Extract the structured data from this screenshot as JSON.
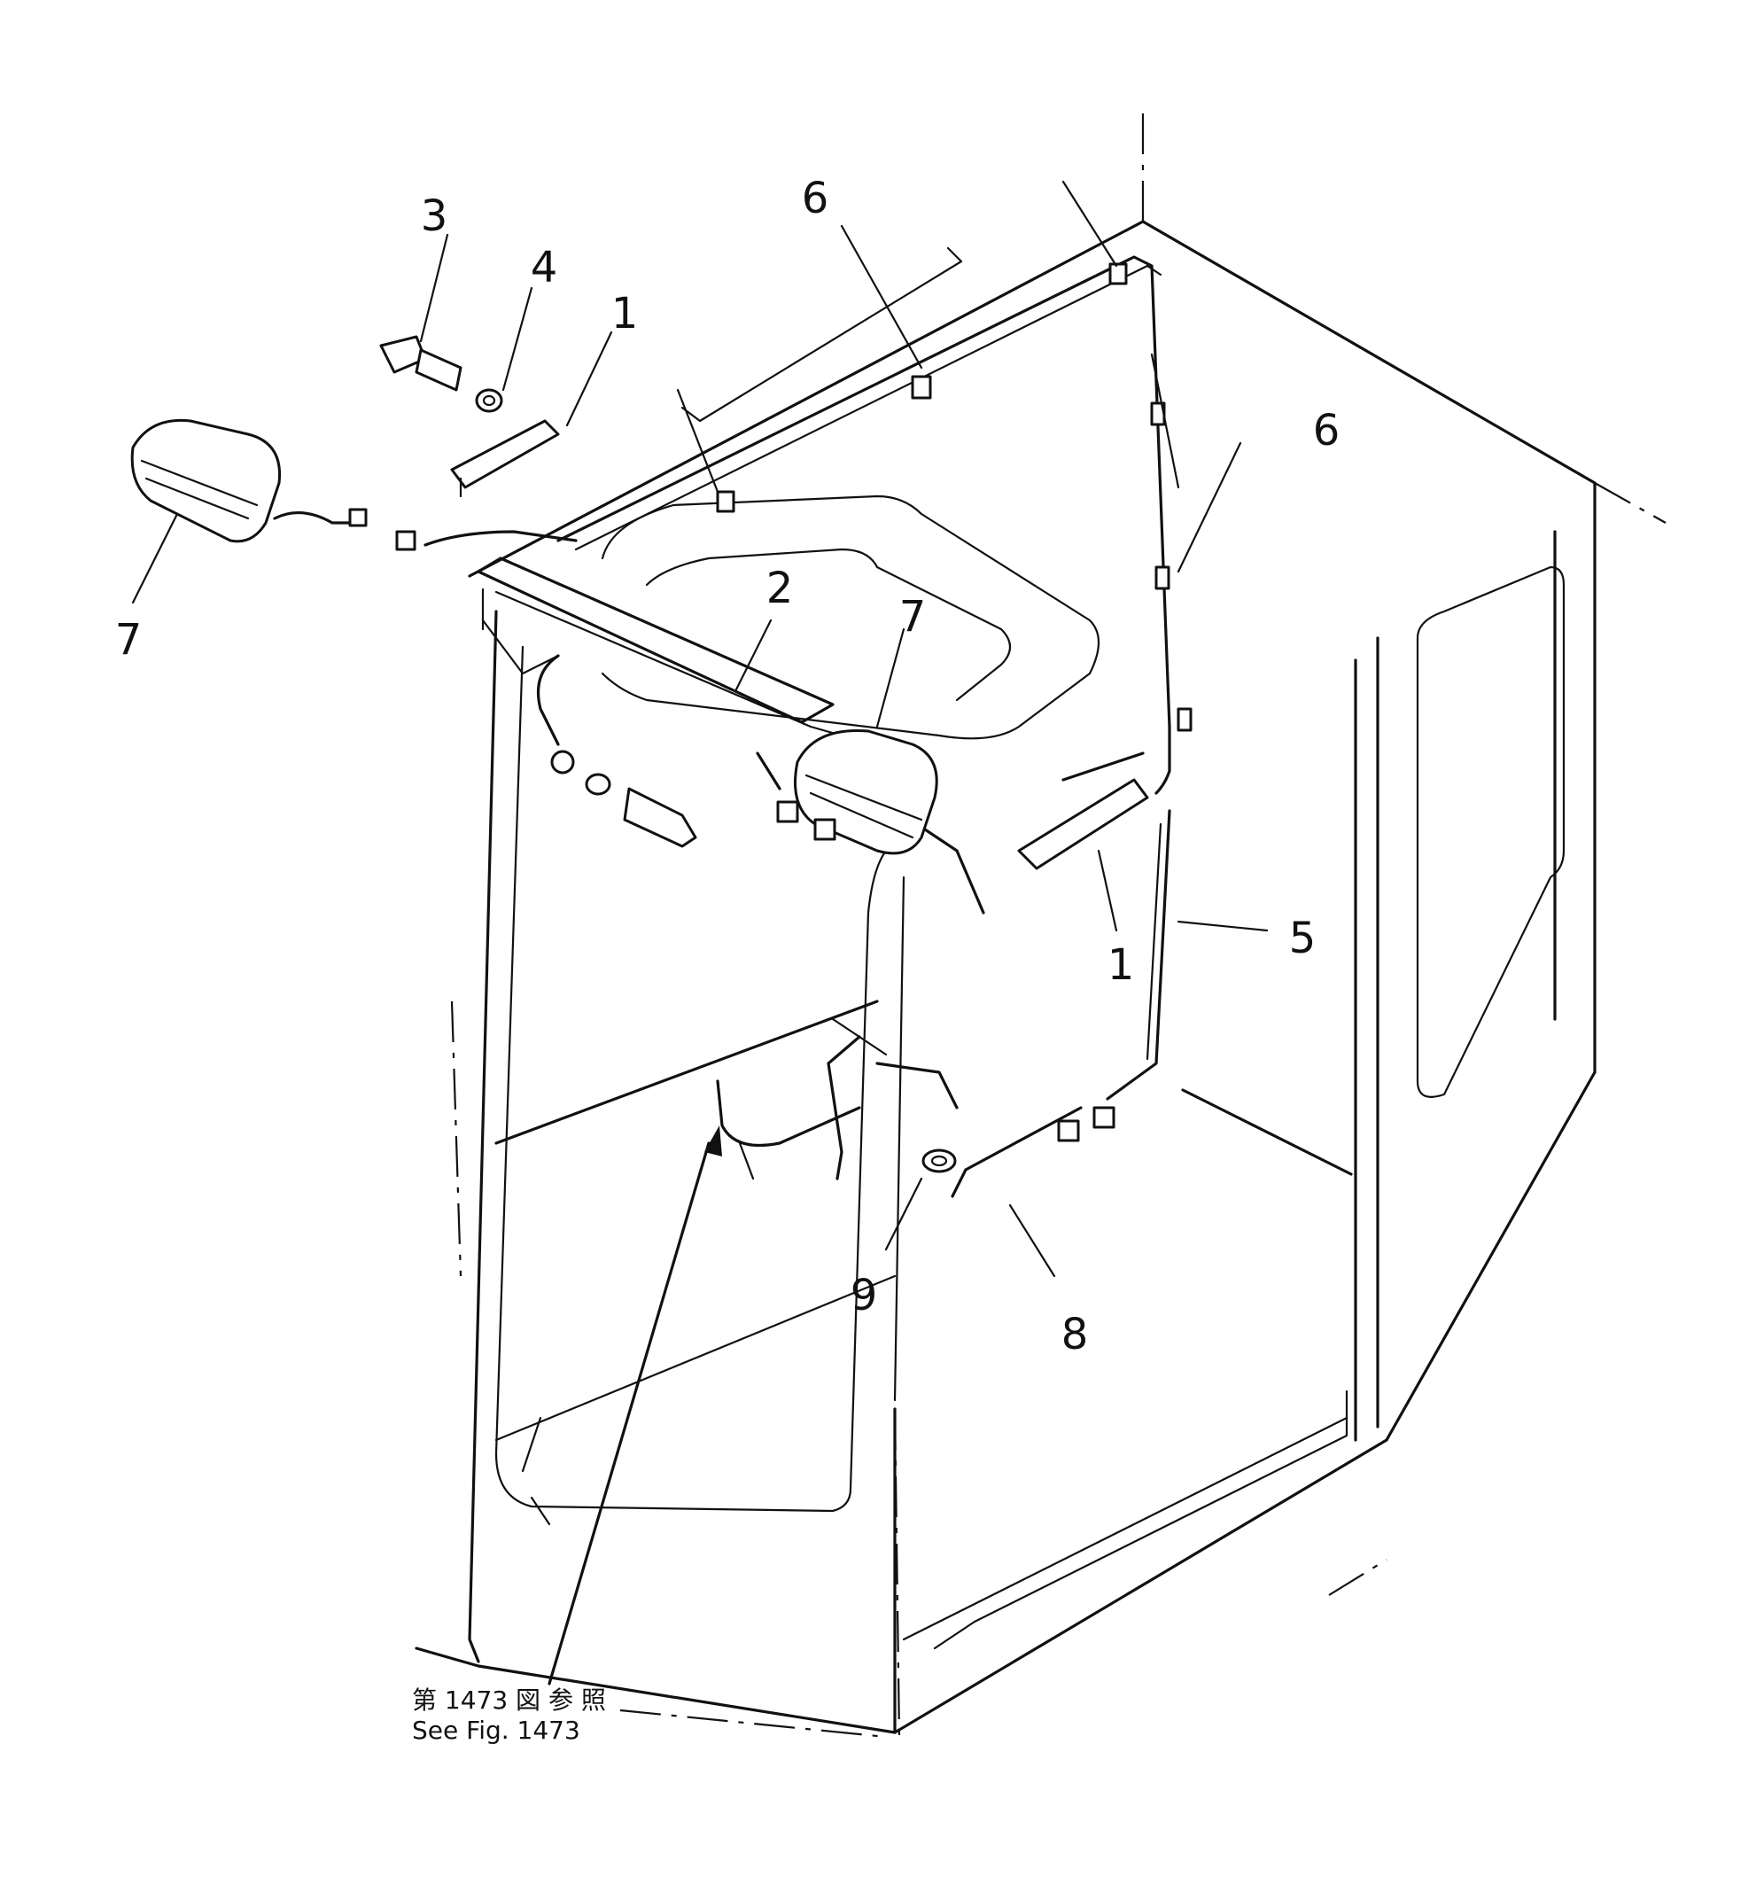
{
  "callouts": {
    "c3": "3",
    "c4": "4",
    "c1_top": "1",
    "c6_top": "6",
    "c6_right": "6",
    "c7_left": "7",
    "c2": "2",
    "c7_center": "7",
    "c5": "5",
    "c1_bottom": "1",
    "c9": "9",
    "c8": "8"
  },
  "reference": {
    "jp": "第 1473 図 参 照",
    "en": "See Fig. 1473"
  }
}
